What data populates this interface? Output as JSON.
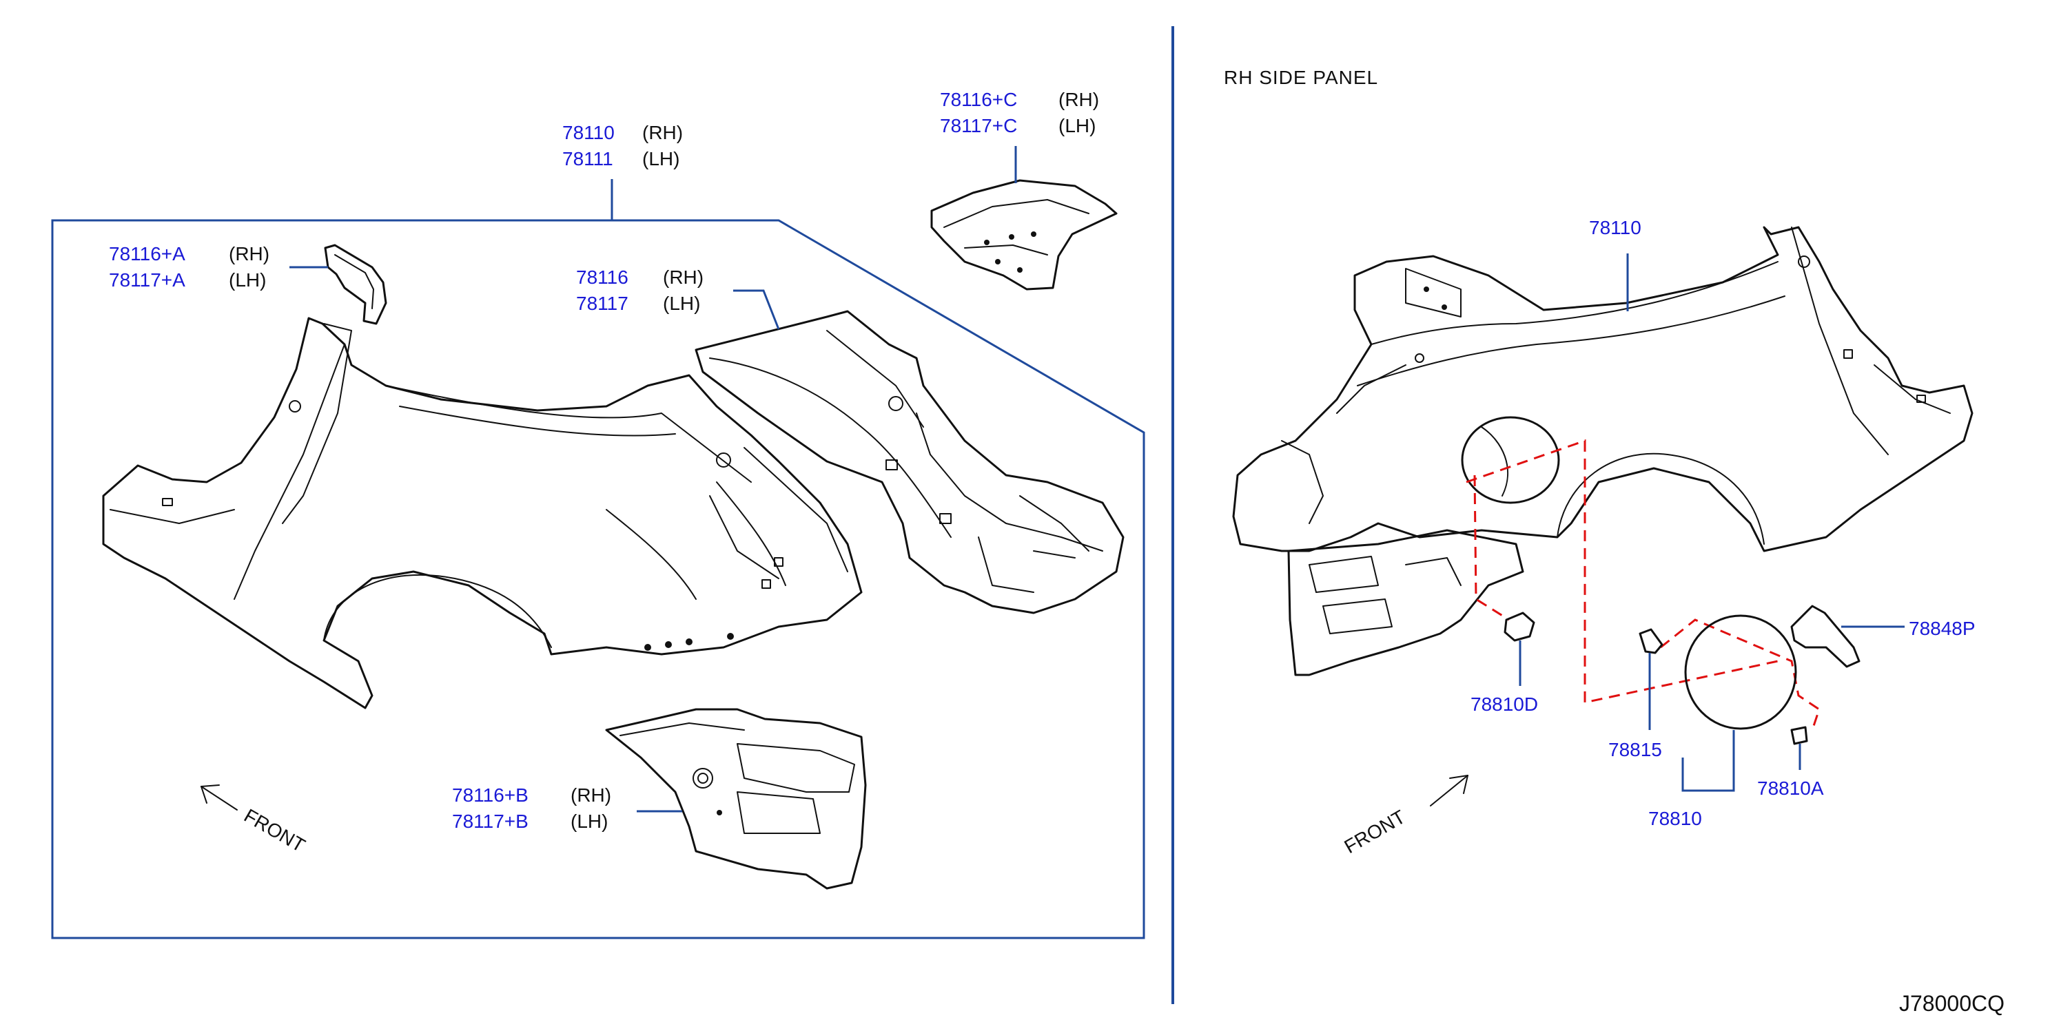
{
  "labels": {
    "frame_main_part": "78110",
    "frame_main_side": "(RH)",
    "frame_main_part_lh": "78111",
    "frame_main_side_lh": "(LH)",
    "ext_c_rh": "78116+C",
    "ext_c_rh_side": "(RH)",
    "ext_c_lh": "78117+C",
    "ext_c_lh_side": "(LH)",
    "ext_a_rh": "78116+A",
    "ext_a_rh_side": "(RH)",
    "ext_a_lh": "78117+A",
    "ext_a_lh_side": "(LH)",
    "ext_rh": "78116",
    "ext_rh_side": "(RH)",
    "ext_lh": "78117",
    "ext_lh_side": "(LH)",
    "ext_b_rh": "78116+B",
    "ext_b_rh_side": "(RH)",
    "ext_b_lh": "78117+B",
    "ext_b_lh_side": "(LH)",
    "front_left": "FRONT",
    "front_right": "FRONT",
    "rh_side_panel": "RH   SIDE   PANEL",
    "right_panel": "78110",
    "base_assy": "78810D",
    "filler_spring": "78815",
    "filler_lid": "78810",
    "lid_bumper": "78810A",
    "lid_hinge": "78848P",
    "diagram_code": "J78000CQ"
  },
  "colors": {
    "part_number": "#1a1ad6",
    "leader": "#1f4a9c",
    "dashed_guide": "#e01010",
    "linework": "#111111"
  }
}
